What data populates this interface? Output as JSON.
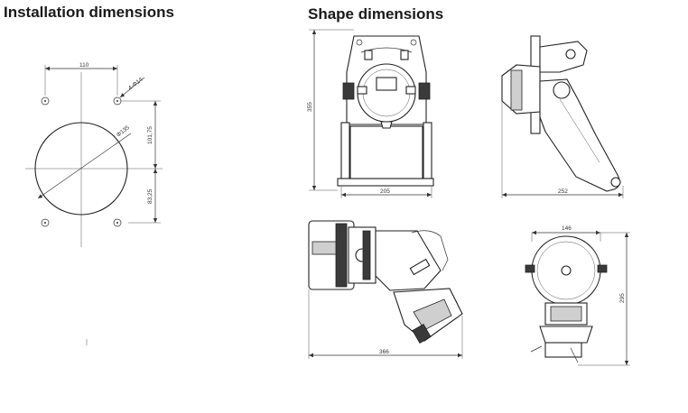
{
  "headings": {
    "installation": "Installation dimensions",
    "shape": "Shape dimensions"
  },
  "installation": {
    "dim_width": "110",
    "hole_label": "4-Φ14",
    "circle_label": "Φ135",
    "dim_upper": "101,75",
    "dim_lower": "83,25"
  },
  "shape": {
    "front_height": "355",
    "front_width": "205",
    "side_width": "252",
    "bottom_left_width": "366",
    "bottom_right_width": "146",
    "bottom_right_height": "295"
  },
  "colors": {
    "line": "#333333",
    "text": "#1a1a1a"
  }
}
